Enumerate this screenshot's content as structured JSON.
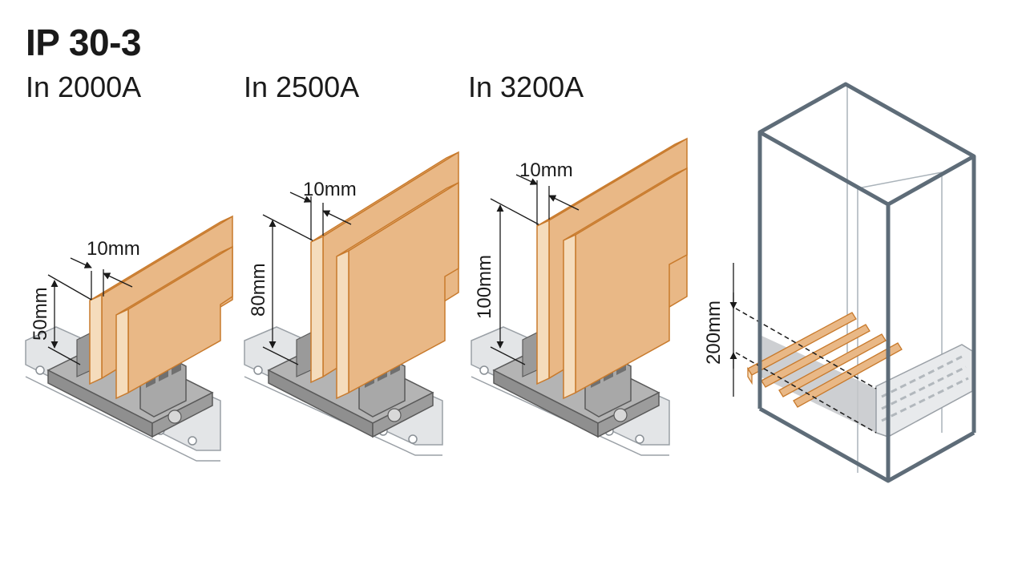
{
  "title": "IP 30-3",
  "configs": [
    {
      "rating": "In 2000A",
      "height_label": "50mm",
      "thickness_label": "10mm"
    },
    {
      "rating": "In 2500A",
      "height_label": "80mm",
      "thickness_label": "10mm"
    },
    {
      "rating": "In 3200A",
      "height_label": "100mm",
      "thickness_label": "10mm"
    }
  ],
  "cabinet": {
    "spacing_label": "200mm"
  },
  "colors": {
    "copper_face": "#e9b886",
    "copper_top": "#f0c597",
    "copper_edge": "#c87a2c",
    "copper_front": "#f5dcbc",
    "support_dark": "#8f8f8f",
    "support_mid": "#b4b4b4",
    "rail": "#e3e5e7",
    "cabinet_frame": "#5e6c78"
  }
}
